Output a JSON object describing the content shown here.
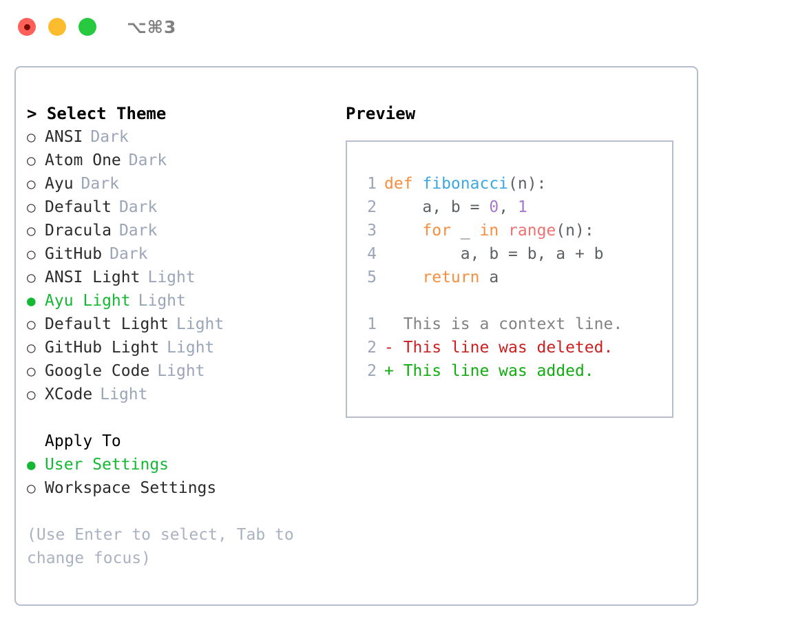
{
  "window": {
    "title": "⌥⌘3",
    "traffic_lights": [
      {
        "name": "close",
        "color": "#ff6058",
        "recording": true
      },
      {
        "name": "minimize",
        "color": "#fdbc2e",
        "recording": false
      },
      {
        "name": "maximize",
        "color": "#27c93f",
        "recording": false
      }
    ]
  },
  "theme_picker": {
    "header": "> Select Theme",
    "bullet_selected": "●",
    "bullet_unselected": "○",
    "items": [
      {
        "label": "ANSI",
        "tag": "Dark",
        "selected": false
      },
      {
        "label": "Atom One",
        "tag": "Dark",
        "selected": false
      },
      {
        "label": "Ayu",
        "tag": "Dark",
        "selected": false
      },
      {
        "label": "Default",
        "tag": "Dark",
        "selected": false
      },
      {
        "label": "Dracula",
        "tag": "Dark",
        "selected": false
      },
      {
        "label": "GitHub",
        "tag": "Dark",
        "selected": false
      },
      {
        "label": "ANSI Light",
        "tag": "Light",
        "selected": false
      },
      {
        "label": "Ayu Light",
        "tag": "Light",
        "selected": true
      },
      {
        "label": "Default Light",
        "tag": "Light",
        "selected": false
      },
      {
        "label": "GitHub Light",
        "tag": "Light",
        "selected": false
      },
      {
        "label": "Google Code",
        "tag": "Light",
        "selected": false
      },
      {
        "label": "XCode",
        "tag": "Light",
        "selected": false
      }
    ]
  },
  "apply_to": {
    "header": "Apply To",
    "items": [
      {
        "label": "User Settings",
        "selected": true
      },
      {
        "label": "Workspace Settings",
        "selected": false
      }
    ]
  },
  "hint": "(Use Enter to select, Tab to change focus)",
  "preview": {
    "title": "Preview",
    "code_lines": [
      {
        "no": "1",
        "tokens": [
          {
            "text": "def ",
            "kind": "kw"
          },
          {
            "text": "fibonacci",
            "kind": "fn"
          },
          {
            "text": "(n):",
            "kind": "plain"
          }
        ]
      },
      {
        "no": "2",
        "tokens": [
          {
            "text": "    a, b = ",
            "kind": "plain"
          },
          {
            "text": "0",
            "kind": "num"
          },
          {
            "text": ", ",
            "kind": "plain"
          },
          {
            "text": "1",
            "kind": "num"
          }
        ]
      },
      {
        "no": "3",
        "tokens": [
          {
            "text": "    ",
            "kind": "plain"
          },
          {
            "text": "for",
            "kind": "kw"
          },
          {
            "text": " _ ",
            "kind": "plain"
          },
          {
            "text": "in",
            "kind": "kw"
          },
          {
            "text": " ",
            "kind": "plain"
          },
          {
            "text": "range",
            "kind": "bi"
          },
          {
            "text": "(n):",
            "kind": "plain"
          }
        ]
      },
      {
        "no": "4",
        "tokens": [
          {
            "text": "        a, b = b, a + b",
            "kind": "plain"
          }
        ]
      },
      {
        "no": "5",
        "tokens": [
          {
            "text": "    ",
            "kind": "plain"
          },
          {
            "text": "return",
            "kind": "kw"
          },
          {
            "text": " a",
            "kind": "plain"
          }
        ]
      }
    ],
    "diff_lines": [
      {
        "no": "1",
        "marker": " ",
        "text": " This is a context line.",
        "kind": "ctx"
      },
      {
        "no": "2",
        "marker": "-",
        "text": " This line was deleted.",
        "kind": "del"
      },
      {
        "no": "2",
        "marker": "+",
        "text": " This line was added.",
        "kind": "add"
      }
    ]
  },
  "colors": {
    "accent_green": "#14b832",
    "tag_gray": "#9aa5b8",
    "border": "#b6bdcc",
    "keyword": "#fa8d3e",
    "function": "#3ba7e3",
    "number": "#a37acc",
    "builtin": "#f07171",
    "diff_add": "#11ac0e",
    "diff_del": "#cc1f1f"
  }
}
